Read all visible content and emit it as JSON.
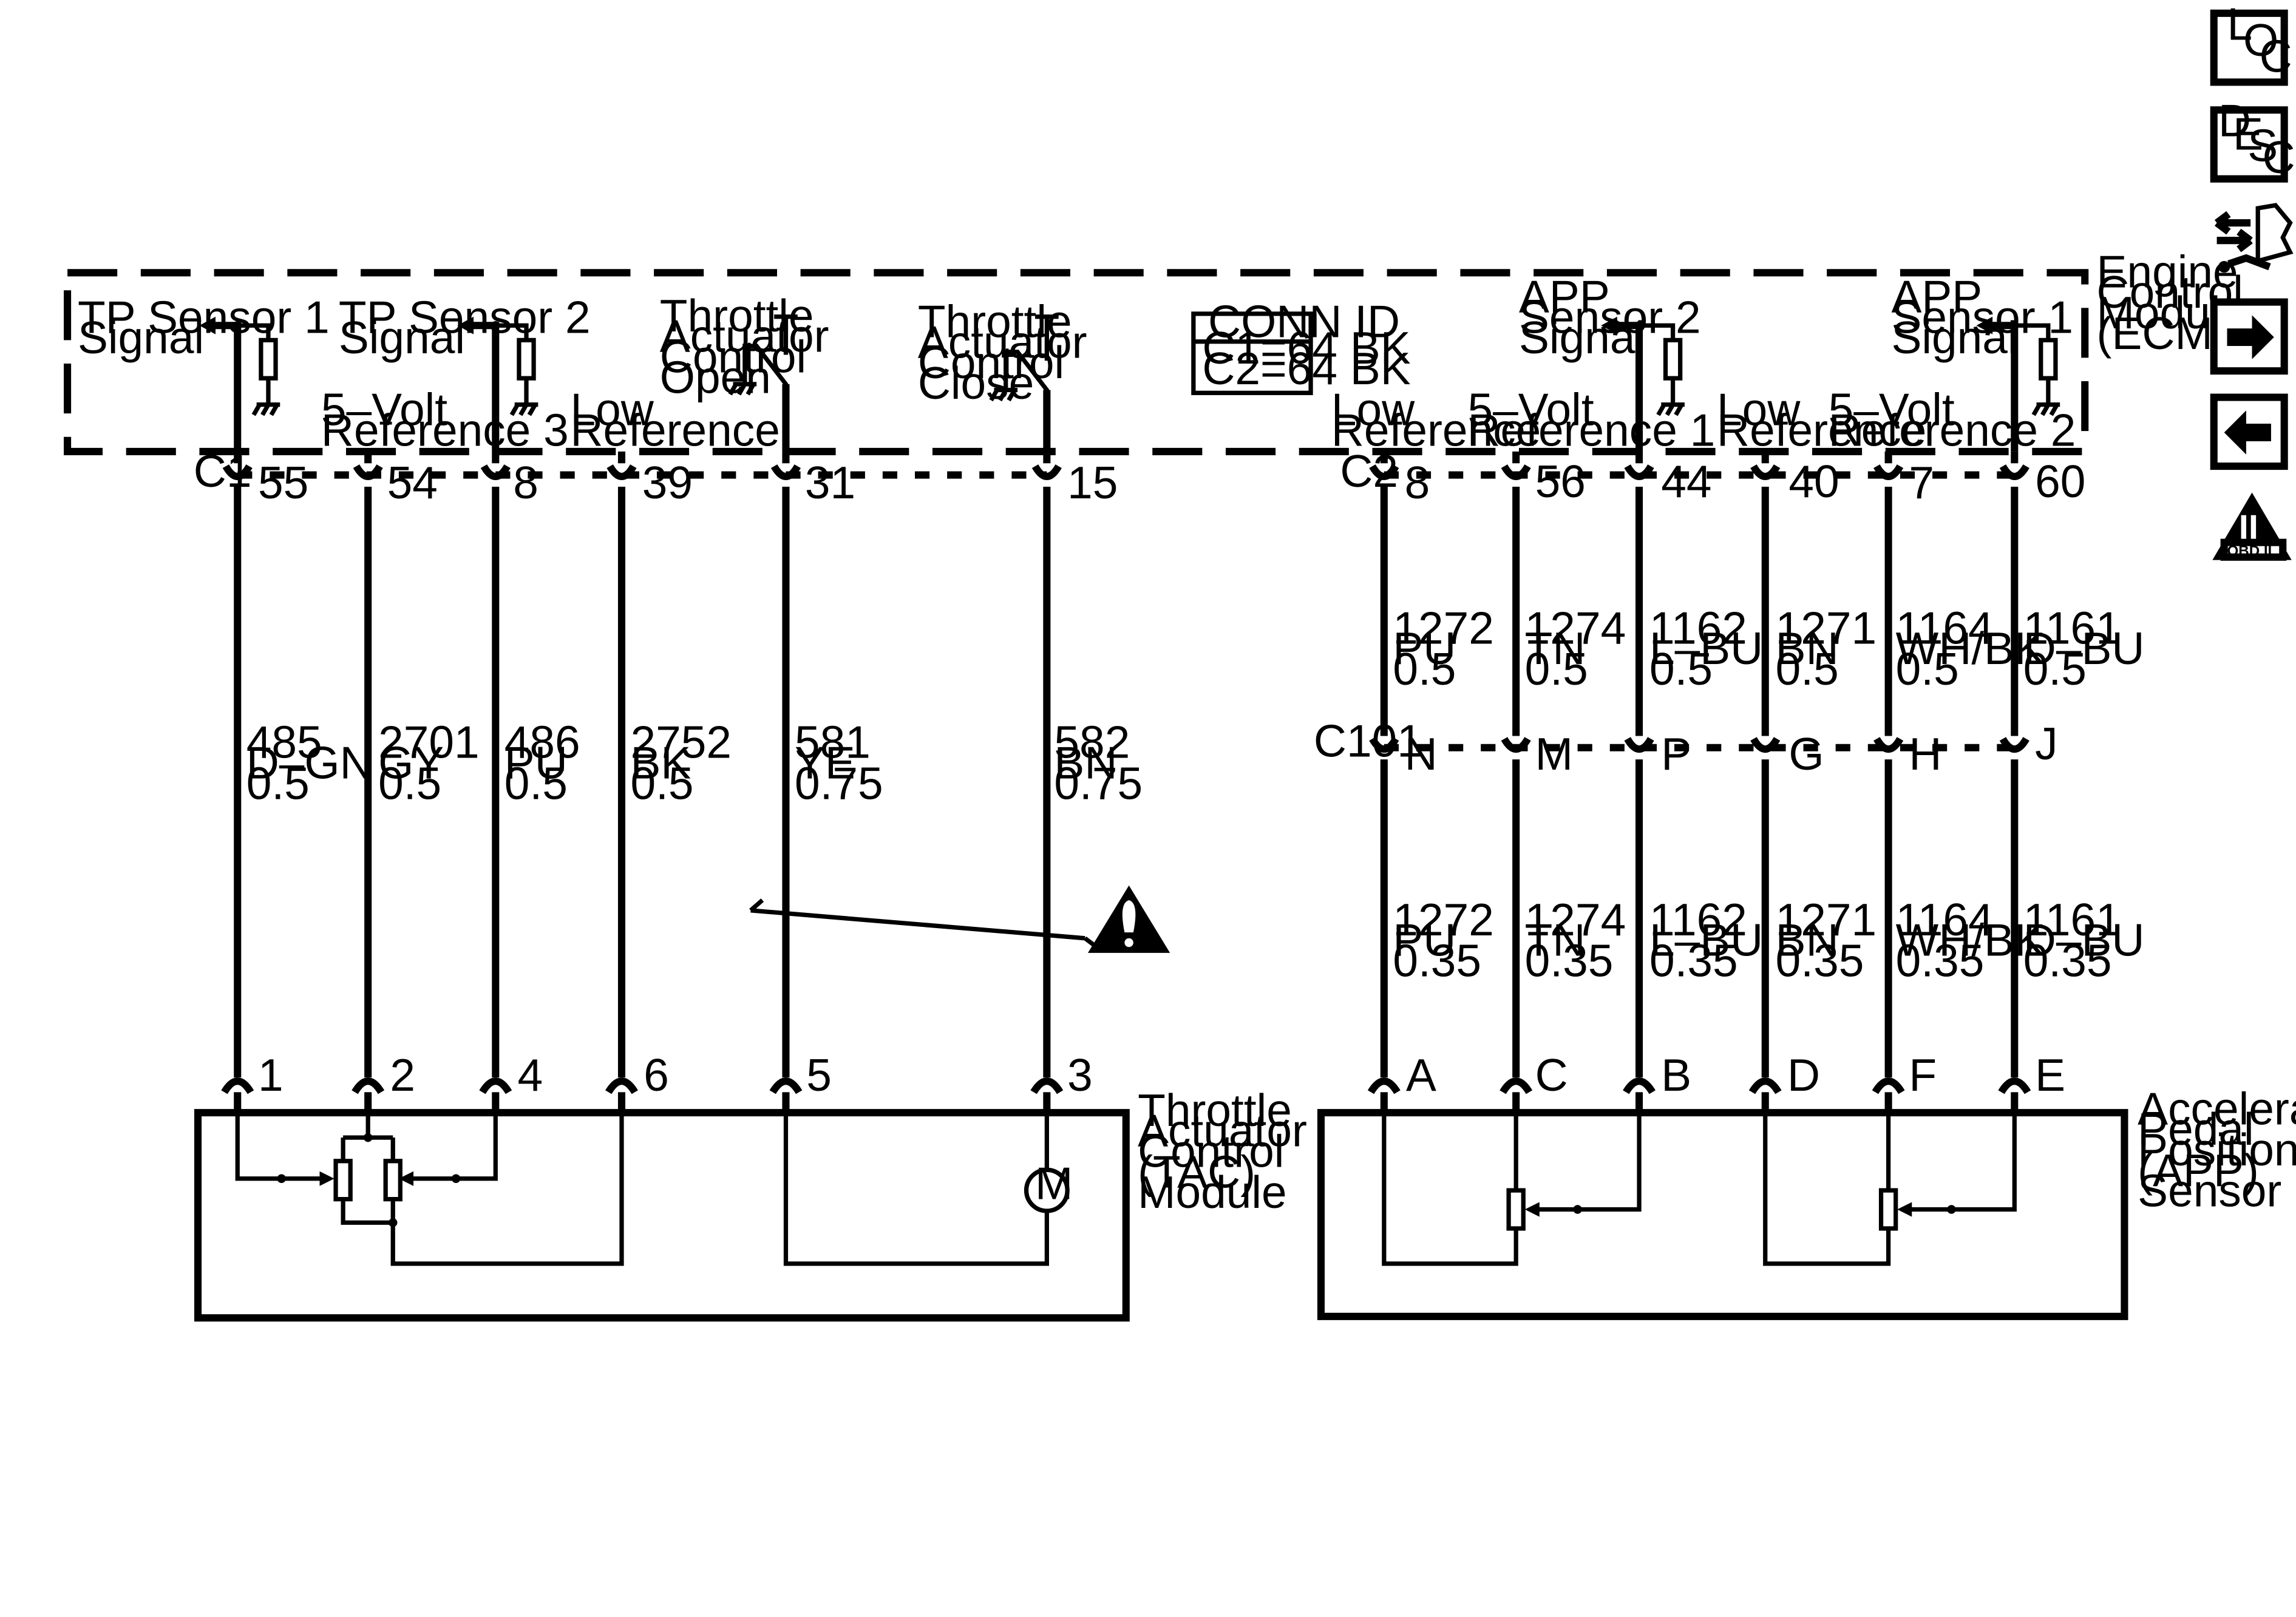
{
  "ecm_label": [
    "Engine",
    "Control",
    "Module",
    "(ECM)"
  ],
  "conn_id": {
    "title": "CONN ID",
    "line1": "C1=64 BK",
    "line2": "C2=64 BK"
  },
  "connectors": {
    "c1": "C1",
    "c2": "C2",
    "c101": "C101"
  },
  "ecm_circuit_labels": {
    "tp1": [
      "TP Sensor 1",
      "Signal"
    ],
    "tp2": [
      "TP Sensor 2",
      "Signal"
    ],
    "ref3": [
      "5–Volt",
      "Reference 3"
    ],
    "low1": [
      "Low",
      "Reference"
    ],
    "open": [
      "Throttle",
      "Actuator",
      "Control",
      "Open"
    ],
    "close": [
      "Throttle",
      "Actuator",
      "Control",
      "Close"
    ],
    "low2": [
      "Low",
      "Reference"
    ],
    "ref1": [
      "5–Volt",
      "Reference 1"
    ],
    "app2": [
      "APP",
      "Sensor 2",
      "Signal"
    ],
    "low3": [
      "Low",
      "Reference"
    ],
    "ref2": [
      "5–Volt",
      "Reference 2"
    ],
    "app1": [
      "APP",
      "Sensor 1",
      "Signal"
    ]
  },
  "tac_wires": [
    {
      "ecm_pin": "55",
      "circuit": "485",
      "color": "D–GN",
      "size": "0.5",
      "module_pin": "1"
    },
    {
      "ecm_pin": "54",
      "circuit": "2701",
      "color": "GY",
      "size": "0.5",
      "module_pin": "2"
    },
    {
      "ecm_pin": "8",
      "circuit": "486",
      "color": "PU",
      "size": "0.5",
      "module_pin": "4"
    },
    {
      "ecm_pin": "39",
      "circuit": "2752",
      "color": "BK",
      "size": "0.5",
      "module_pin": "6"
    },
    {
      "ecm_pin": "31",
      "circuit": "581",
      "color": "YE",
      "size": "0.75",
      "module_pin": "5"
    },
    {
      "ecm_pin": "15",
      "circuit": "582",
      "color": "BN",
      "size": "0.75",
      "module_pin": "3"
    }
  ],
  "app_wires": [
    {
      "ecm_pin": "8",
      "upper": [
        "1272",
        "PU",
        "0.5"
      ],
      "c101_pin": "N",
      "lower": [
        "1272",
        "PU",
        "0.35"
      ],
      "sensor_pin": "A"
    },
    {
      "ecm_pin": "56",
      "upper": [
        "1274",
        "TN",
        "0.5"
      ],
      "c101_pin": "M",
      "lower": [
        "1274",
        "TN",
        "0.35"
      ],
      "sensor_pin": "C"
    },
    {
      "ecm_pin": "44",
      "upper": [
        "1162",
        "L–BU",
        "0.5"
      ],
      "c101_pin": "P",
      "lower": [
        "1162",
        "L–BU",
        "0.35"
      ],
      "sensor_pin": "B"
    },
    {
      "ecm_pin": "40",
      "upper": [
        "1271",
        "BN",
        "0.5"
      ],
      "c101_pin": "G",
      "lower": [
        "1271",
        "BN",
        "0.35"
      ],
      "sensor_pin": "D"
    },
    {
      "ecm_pin": "7",
      "upper": [
        "1164",
        "WH/BK",
        "0.5"
      ],
      "c101_pin": "H",
      "lower": [
        "1164",
        "WH/BK",
        "0.35"
      ],
      "sensor_pin": "F"
    },
    {
      "ecm_pin": "60",
      "upper": [
        "1161",
        "D–BU",
        "0.5"
      ],
      "c101_pin": "J",
      "lower": [
        "1161",
        "D–BU",
        "0.35"
      ],
      "sensor_pin": "E"
    }
  ],
  "tac_module_label": [
    "Throttle",
    "Actuator",
    "Control",
    "(TAC)",
    "Module"
  ],
  "app_sensor_label": [
    "Accelerator",
    "Pedal",
    "Position",
    "(APP)",
    "Sensor"
  ],
  "motor_symbol": "M",
  "nav": {
    "loc": [
      "L",
      "O",
      "C"
    ],
    "desc": [
      "D",
      "E",
      "S",
      "C"
    ],
    "obd": [
      "II",
      "OBD II"
    ]
  },
  "icons": [
    "warning-icon",
    "connector-swap-icon",
    "next-arrow-icon",
    "back-arrow-icon",
    "obd-ii-icon"
  ]
}
